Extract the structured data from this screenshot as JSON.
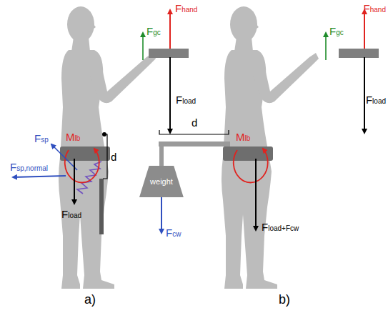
{
  "diagram": {
    "nodes": [
      {
        "text": [
          "weight"
        ]
      }
    ],
    "labels": [
      "Fgc",
      "Fhand",
      "Fload",
      "Mlb",
      "Fsp",
      "Fsp,normal",
      "d",
      "Fload",
      "a)",
      "d",
      "Fcw",
      "Fload+Fcw",
      "Fgc",
      "Fhand",
      "Fload",
      "Mlb",
      "b)"
    ]
  }
}
